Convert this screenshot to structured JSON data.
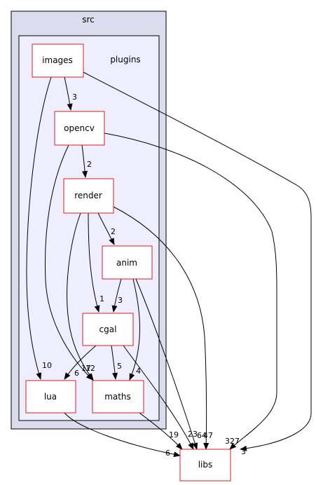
{
  "clusters": {
    "outer": {
      "label": "src"
    },
    "inner": {
      "label": "plugins"
    }
  },
  "nodes": {
    "images": "images",
    "opencv": "opencv",
    "render": "render",
    "anim": "anim",
    "cgal": "cgal",
    "lua": "lua",
    "maths": "maths",
    "libs": "libs"
  },
  "edges": {
    "images_opencv": "3",
    "images_lua": "10",
    "images_libs": "3",
    "opencv_render": "2",
    "opencv_maths": "17",
    "opencv_libs": "327",
    "render_anim": "2",
    "render_cgal": "1",
    "render_maths": "12",
    "render_libs": "47",
    "anim_cgal": "3",
    "anim_maths": "4",
    "anim_libs": "64",
    "cgal_lua": "6",
    "cgal_maths": "5",
    "cgal_libs": "23",
    "lua_libs": "6",
    "maths_libs": "19"
  },
  "colors": {
    "outer_cluster_fill": "#dcdcee",
    "inner_cluster_fill": "#eeeeff",
    "node_border": "#e01b1b",
    "edge": "#000000"
  }
}
